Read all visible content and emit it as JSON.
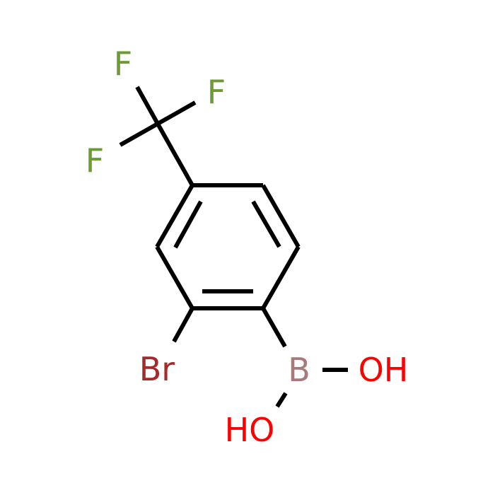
{
  "molecule": {
    "atoms": {
      "f1": {
        "symbol": "F",
        "color": "#6c9a33"
      },
      "f2": {
        "symbol": "F",
        "color": "#6c9a33"
      },
      "f3": {
        "symbol": "F",
        "color": "#6c9a33"
      },
      "br": {
        "symbol": "Br",
        "color": "#a52a2a"
      },
      "b": {
        "symbol": "B",
        "color": "#a8797a"
      },
      "oh1": {
        "symbol": "OH",
        "color": "#ff0000"
      },
      "oh2": {
        "symbol": "HO",
        "color": "#ff0000"
      }
    },
    "bond_color": "#000000",
    "background": "#ffffff"
  }
}
